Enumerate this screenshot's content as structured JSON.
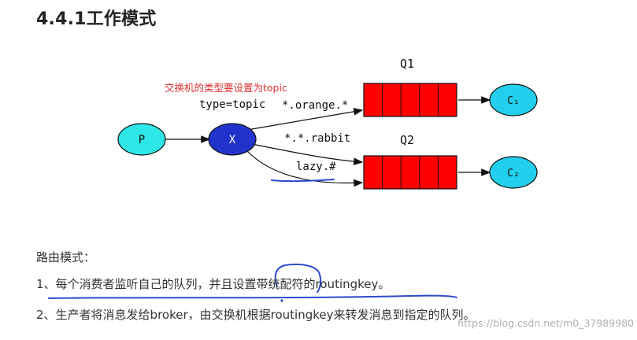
{
  "heading": "4.4.1工作模式",
  "diagram": {
    "annotation": "交换机的类型要设置为topic",
    "exchange_type_label": "type=topic",
    "producer": "P",
    "exchange": "X",
    "queue1": "Q1",
    "queue2": "Q2",
    "consumer1": "C₁",
    "consumer2": "C₂",
    "binding_orange": "*.orange.*",
    "binding_rabbit": "*.*.rabbit",
    "binding_lazy": "lazy.#"
  },
  "body": {
    "intro": "路由模式：",
    "item1": "1、每个消费者监听自己的队列，并且设置带统配符的routingkey。",
    "item2": "2、生产者将消息发给broker，由交换机根据routingkey来转发消息到指定的队列。"
  },
  "watermark": "https://blog.csdn.net/m0_37989980",
  "colors": {
    "queue_fill": "#ff0000",
    "producer_fill": "#2ee8e8",
    "exchange_fill": "#2233cc",
    "consumer_fill": "#22d0ee",
    "annotation": "#e03030",
    "pen": "#2b4bd0"
  }
}
